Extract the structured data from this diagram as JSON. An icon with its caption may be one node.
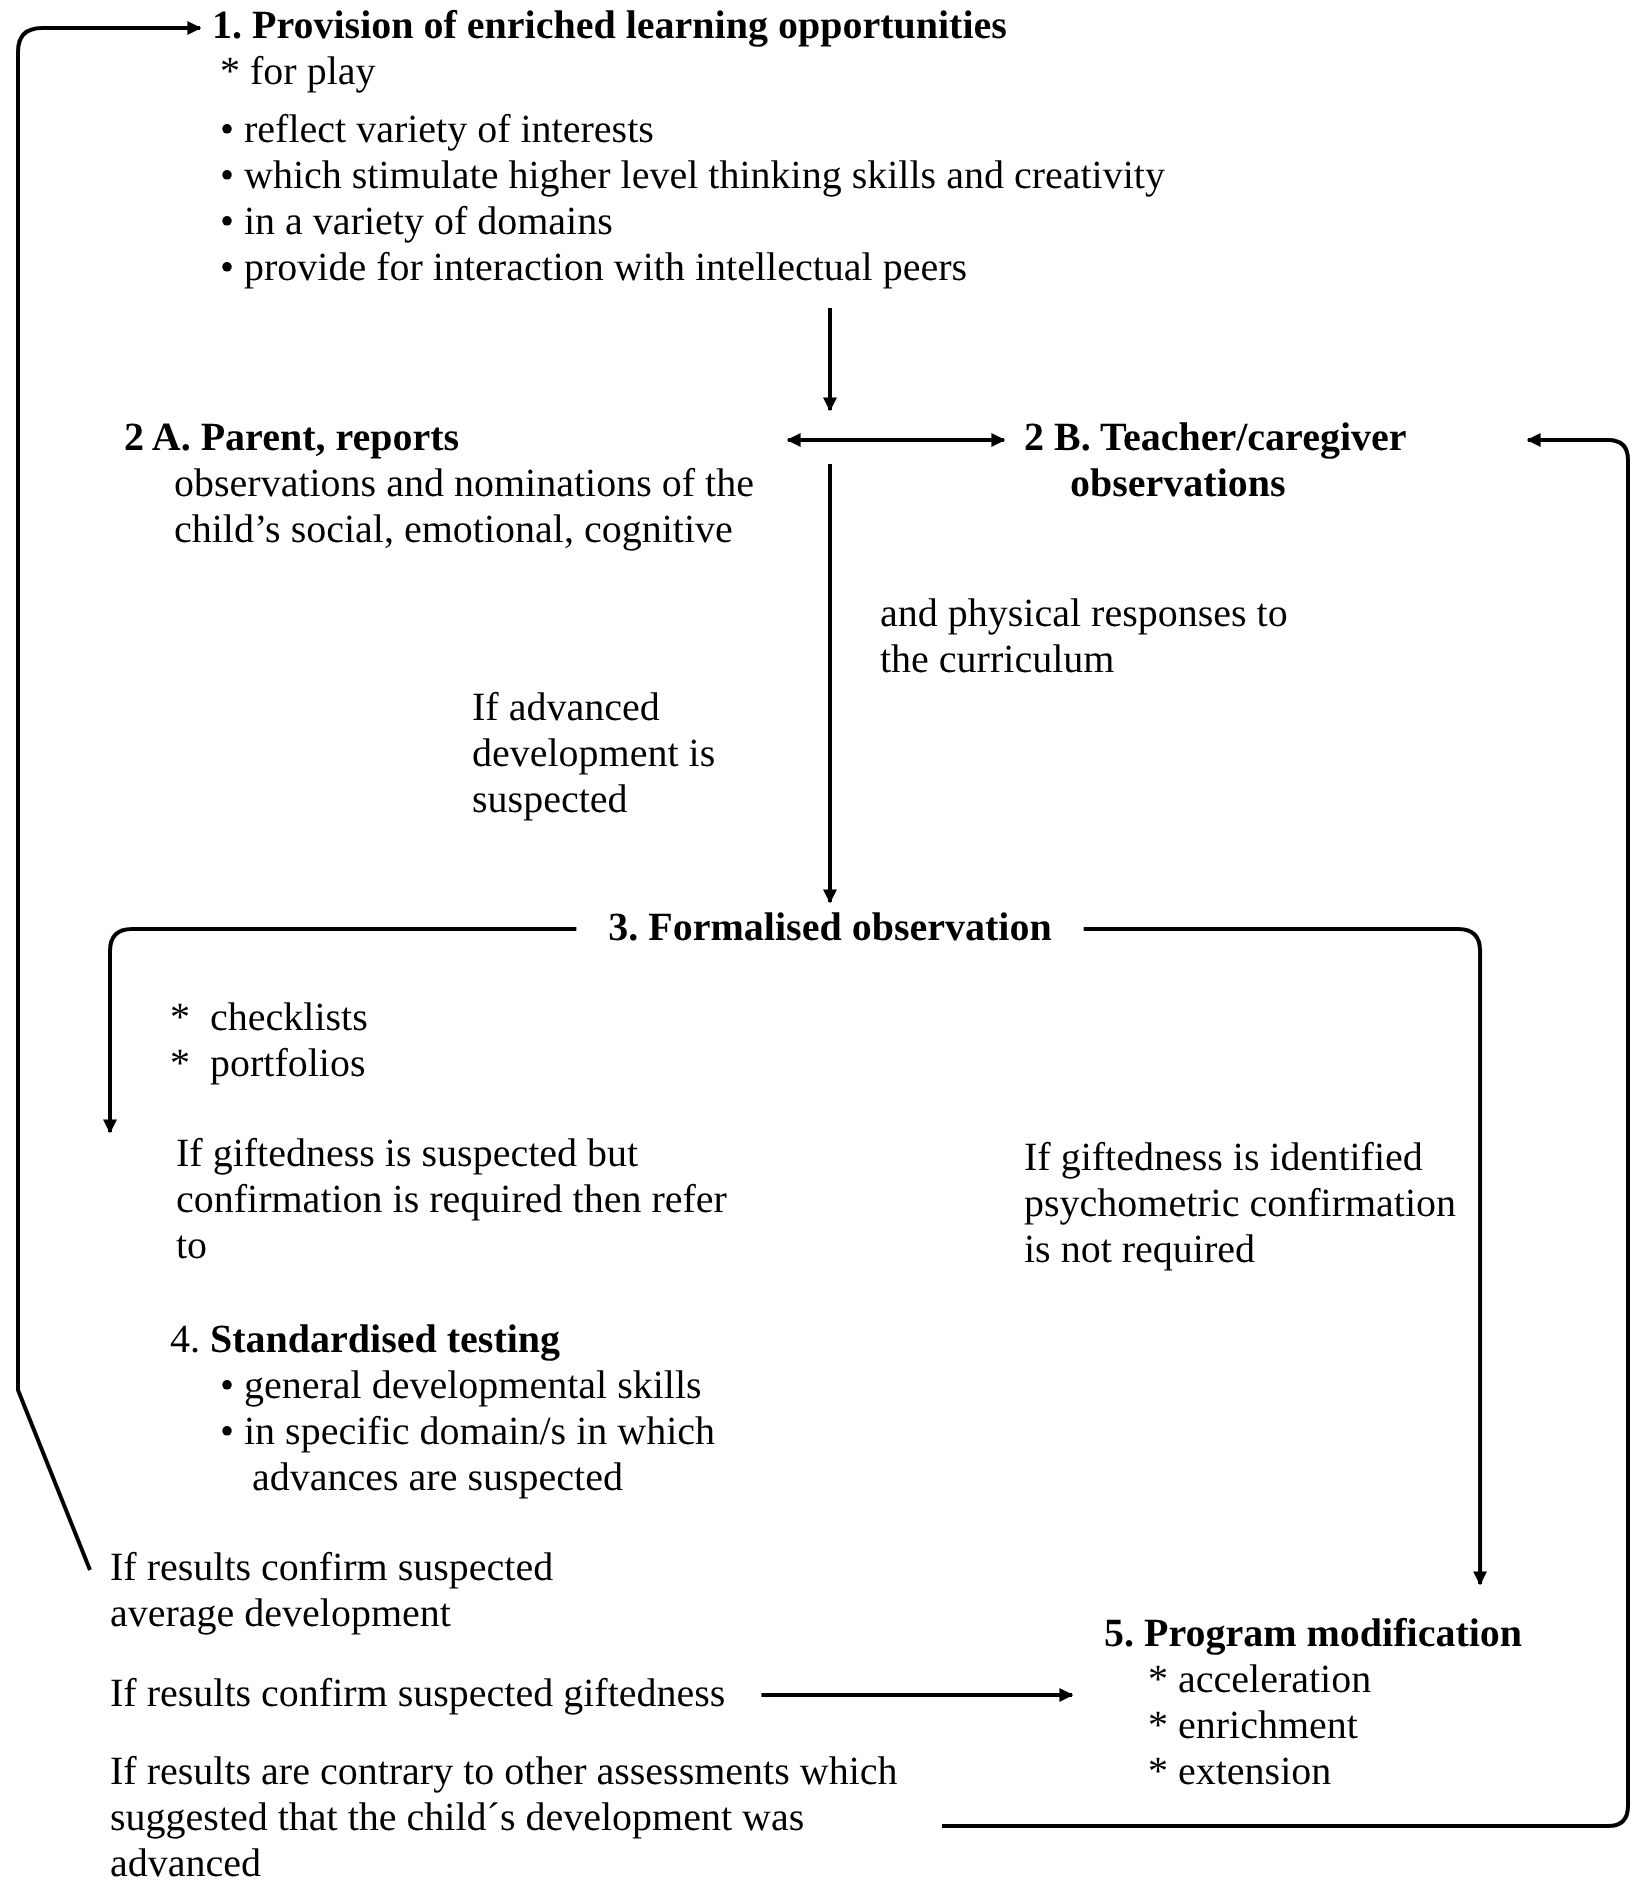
{
  "diagram": {
    "nodes": [
      {
        "text": [
          "1. Provision of enriched learning opportunities",
          "*  for play",
          "• reflect variety of interests",
          "• which stimulate higher level thinking skills and creativity",
          "• in a variety of domains",
          "• provide for interaction with intellectual peers"
        ]
      },
      {
        "text": [
          "2 A. Parent, reports",
          "observations and nominations of the child’s social, emotional, cognitive"
        ]
      },
      {
        "text": [
          "2 B. Teacher/caregiver observations"
        ]
      },
      {
        "text": [
          "3. Formalised observation"
        ],
        "beside": [
          "*  checklists",
          "*  portfolios"
        ]
      },
      {
        "text": [
          "If giftedness is suspected but confirmation is required then refer to"
        ]
      },
      {
        "text": [
          "4. **Standardised testing**",
          "• general developmental skills",
          "• in specific domain/s in which advances are suspected"
        ]
      },
      {
        "text": [
          "If results confirm suspected average development"
        ]
      },
      {
        "text": [
          "If results confirm suspected giftedness"
        ]
      },
      {
        "text": [
          "If results are contrary to other assessments which suggested that the child´s development was advanced"
        ]
      },
      {
        "text": [
          "5. Program modification",
          "*  acceleration",
          "*  enrichment",
          "*  extension"
        ]
      }
    ],
    "edges": [
      {
        "from": 0,
        "to": null,
        "arrow": "to"
      },
      {
        "from": 1,
        "to": 2,
        "arrow": "both"
      },
      {
        "from": null,
        "to": 3,
        "arrow": "to",
        "label": "If advanced development is suspected"
      },
      {
        "from": 3,
        "to": 4,
        "arrow": "to"
      },
      {
        "from": 3,
        "to": 9,
        "arrow": "to",
        "label": "If giftedness is identified psychometric confirmation is not required"
      },
      {
        "from": 6,
        "to": 0,
        "arrow": "to"
      },
      {
        "from": 7,
        "to": 9,
        "arrow": "to"
      },
      {
        "from": 8,
        "to": 2,
        "arrow": "to"
      }
    ],
    "labels": [
      "and physical responses to the curriculum"
    ]
  }
}
